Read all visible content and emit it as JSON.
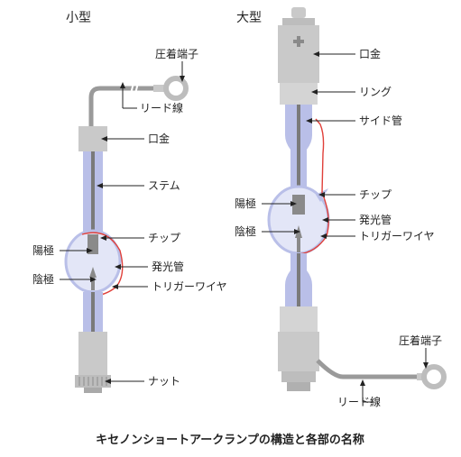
{
  "small": {
    "heading": "小型",
    "labels": {
      "crimp_terminal": "圧着端子",
      "lead_wire": "リード線",
      "base": "口金",
      "stem": "ステム",
      "tip": "チップ",
      "anode": "陽極",
      "bulb": "発光管",
      "cathode": "陰極",
      "trigger_wire": "トリガーワイヤ",
      "nut": "ナット"
    }
  },
  "large": {
    "heading": "大型",
    "labels": {
      "base": "口金",
      "ring": "リング",
      "side_tube": "サイド管",
      "anode": "陽極",
      "tip": "チップ",
      "bulb": "発光管",
      "cathode": "陰極",
      "trigger_wire": "トリガーワイヤ",
      "crimp_terminal": "圧着端子",
      "lead_wire": "リード線"
    }
  },
  "caption": "キセノンショートアークランプの構造と各部の名称",
  "colors": {
    "metal": "#c9c9c9",
    "metal_dark": "#9a9a9a",
    "glass": "#b9bfe8",
    "glass_light": "#dfe2f6",
    "electrode": "#7a7a7a",
    "trigger": "#e0403a",
    "leader": "#222222"
  }
}
